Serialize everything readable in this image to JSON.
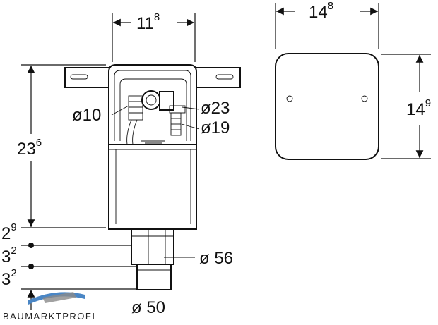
{
  "labels": {
    "width_unit": {
      "main": "11",
      "sup": "8"
    },
    "width_cover": {
      "main": "14",
      "sup": "8"
    },
    "height_unit": {
      "main": "23",
      "sup": "6"
    },
    "height_cover": {
      "main": "14",
      "sup": "9"
    },
    "dia_10": "ø10",
    "dia_23": "ø23",
    "dia_19": "ø19",
    "dia_56": "ø 56",
    "dia_50": "ø 50",
    "step_1": {
      "main": "2",
      "sup": "9"
    },
    "step_2": {
      "main": "3",
      "sup": "2"
    },
    "step_3": {
      "main": "3",
      "sup": "2"
    }
  },
  "logo": {
    "text": "BAUMARKTPROFI"
  },
  "colors": {
    "logo_blue": "#4a86c5",
    "logo_gray": "#8a8a8a",
    "ink": "#111111"
  }
}
